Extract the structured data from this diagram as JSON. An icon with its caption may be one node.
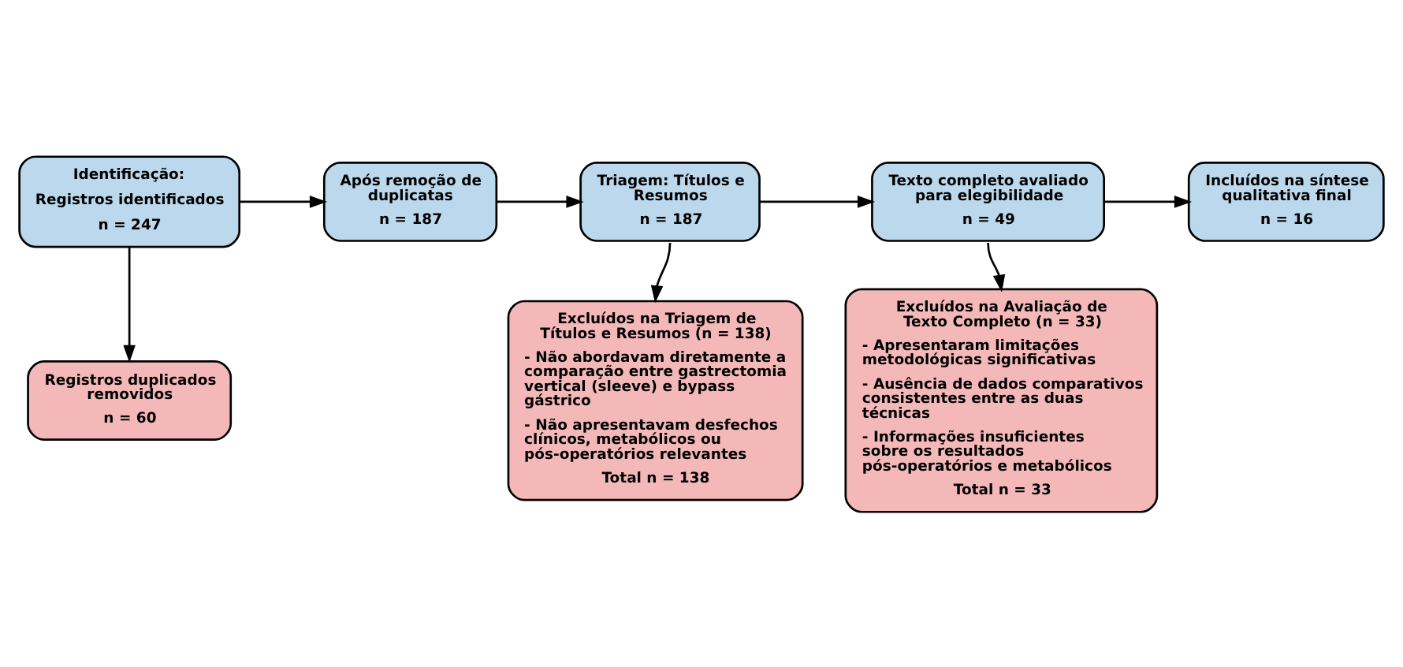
{
  "diagram": {
    "nodes": [
      {
        "text": [
          "Identificação:",
          "Registros identificados",
          "n = 247"
        ]
      },
      {
        "text": [
          "Após remoção de duplicatas",
          "n = 187"
        ]
      },
      {
        "text": [
          "Triagem: Títulos e Resumos",
          "n = 187"
        ]
      },
      {
        "text": [
          "Texto completo avaliado para elegibilidade",
          "n = 49"
        ]
      },
      {
        "text": [
          "Incluídos na síntese qualitativa final",
          "n = 16"
        ]
      },
      {
        "text": [
          "Registros duplicados removidos",
          "n = 60"
        ]
      },
      {
        "text": [
          "Excluídos na Triagem de Títulos e Resumos (n = 138)",
          "- Não abordavam diretamente a comparação entre gastrectomia vertical (sleeve) e bypass gástrico",
          "- Não apresentavam desfechos clínicos, metabólicos ou pós-operatórios relevantes",
          "Total n = 138"
        ]
      },
      {
        "text": [
          "Excluídos na Avaliação de Texto Completo (n = 33)",
          "- Apresentaram limitações metodológicas significativas",
          "- Ausência de dados comparativos consistentes entre as duas técnicas",
          "- Informações insuficientes sobre os resultados pós-operatórios e metabólicos",
          "Total n = 33"
        ]
      }
    ],
    "edges": [
      {
        "from": 0,
        "to": 1,
        "arrow": "to"
      },
      {
        "from": 0,
        "to": 5,
        "arrow": "to"
      },
      {
        "from": 1,
        "to": 2,
        "arrow": "to"
      },
      {
        "from": 2,
        "to": 3,
        "arrow": "to"
      },
      {
        "from": 3,
        "to": 4,
        "arrow": "to"
      },
      {
        "from": 2,
        "to": 6,
        "arrow": "to"
      },
      {
        "from": 3,
        "to": 7,
        "arrow": "to"
      }
    ]
  }
}
